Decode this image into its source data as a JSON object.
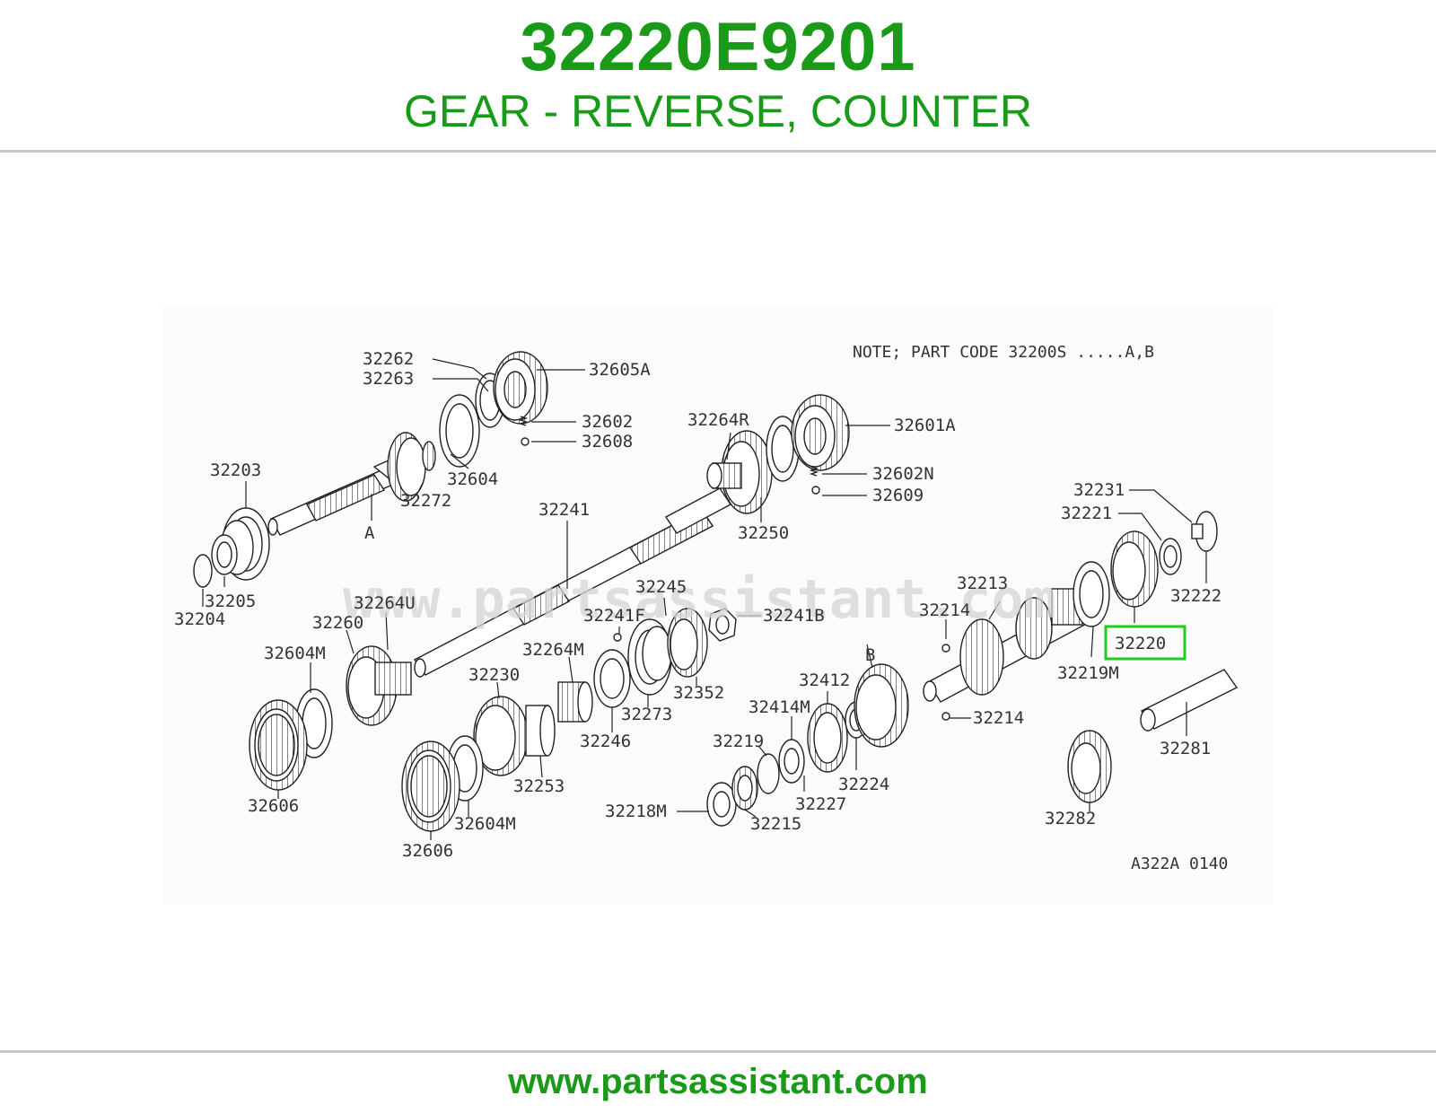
{
  "header": {
    "part_number": "32220E9201",
    "part_description": "GEAR - REVERSE, COUNTER"
  },
  "footer": {
    "website": "www.partsassistant.com"
  },
  "diagram": {
    "note": "NOTE; PART CODE  32200S  .....A,B",
    "watermark": "www.partsassistant.com",
    "figure_code": "A322A 0140",
    "highlight_color": "#22cc22",
    "highlighted_part": "32220",
    "callouts": [
      "32262",
      "32263",
      "32605A",
      "32602",
      "32608",
      "32604",
      "32272",
      "32203",
      "A",
      "32205",
      "32204",
      "32264R",
      "32601A",
      "32602N",
      "32609",
      "32250",
      "32241",
      "32231",
      "32221",
      "32222",
      "32213",
      "32245",
      "32241F",
      "32241B",
      "32264U",
      "32260",
      "32604M",
      "32264M",
      "32230",
      "32273",
      "32352",
      "32246",
      "32253",
      "32606",
      "32604M",
      "32606",
      "32214",
      "32219M",
      "32214",
      "32281",
      "B",
      "32412",
      "32414M",
      "32219",
      "32224",
      "32227",
      "32215",
      "32218M",
      "32282"
    ]
  }
}
